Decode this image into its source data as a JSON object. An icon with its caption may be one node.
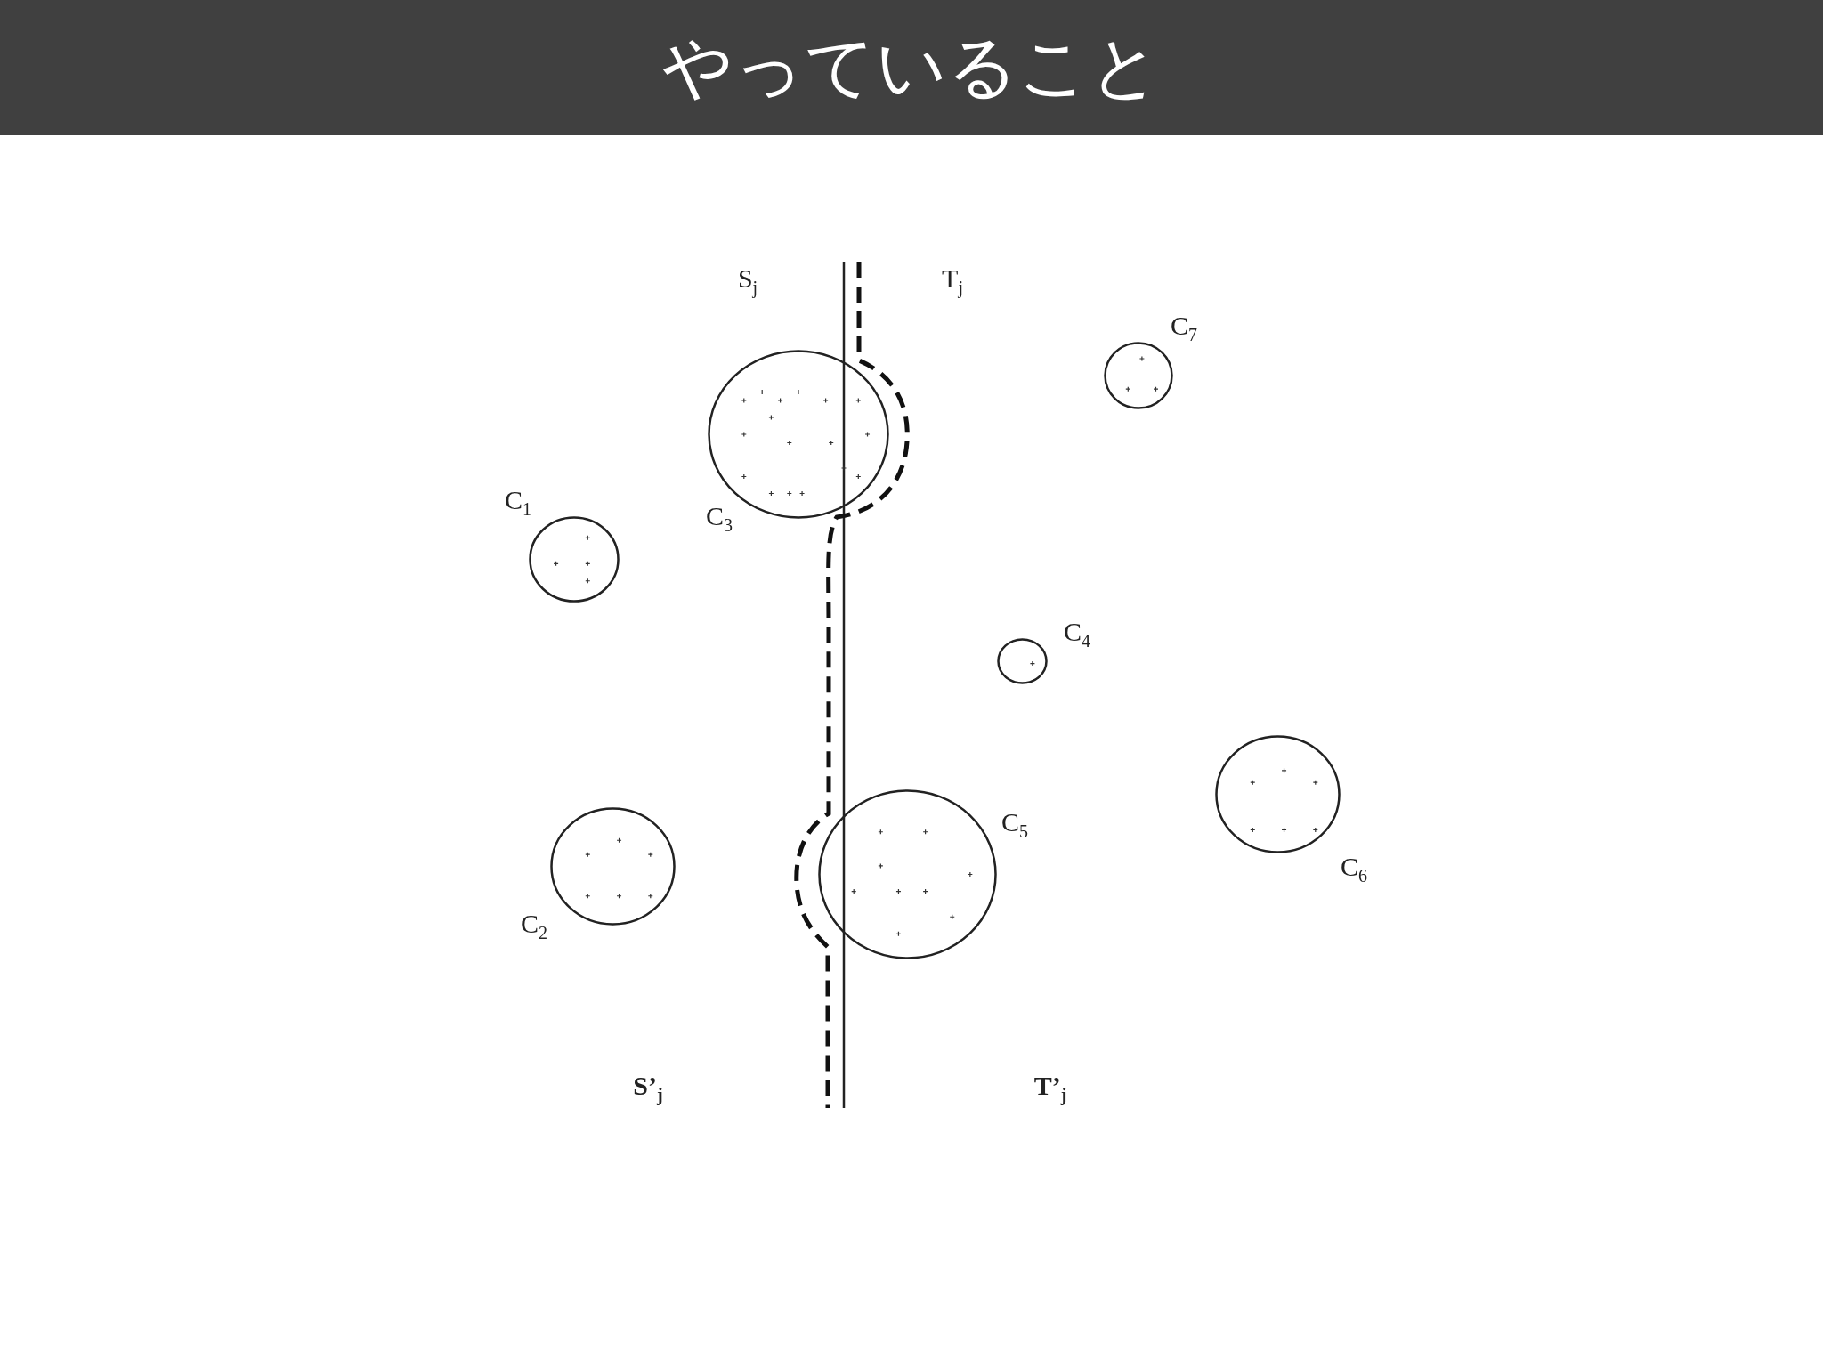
{
  "diagram": {
    "title": "やっていること",
    "nodes": [
      {
        "text": [],
        "shape": "circle",
        "beside": [
          "C$_{7}$"
        ]
      },
      {
        "text": [],
        "shape": "circle",
        "beside": [
          "C$_{3}$"
        ]
      },
      {
        "text": [],
        "shape": "circle",
        "beside": [
          "C$_{1}$"
        ]
      },
      {
        "text": [],
        "shape": "circle",
        "beside": [
          "C$_{4}$"
        ]
      },
      {
        "text": [],
        "shape": "circle",
        "beside": [
          "C$_{6}$"
        ]
      },
      {
        "text": [],
        "shape": "circle",
        "beside": [
          "C$_{5}$"
        ]
      },
      {
        "text": [],
        "shape": "circle",
        "beside": [
          "C$_{2}$"
        ]
      }
    ],
    "labels": [
      "S$_{j}$",
      "T$_{j}$",
      "S’$_{j}$",
      "T’$_{j}$"
    ]
  }
}
